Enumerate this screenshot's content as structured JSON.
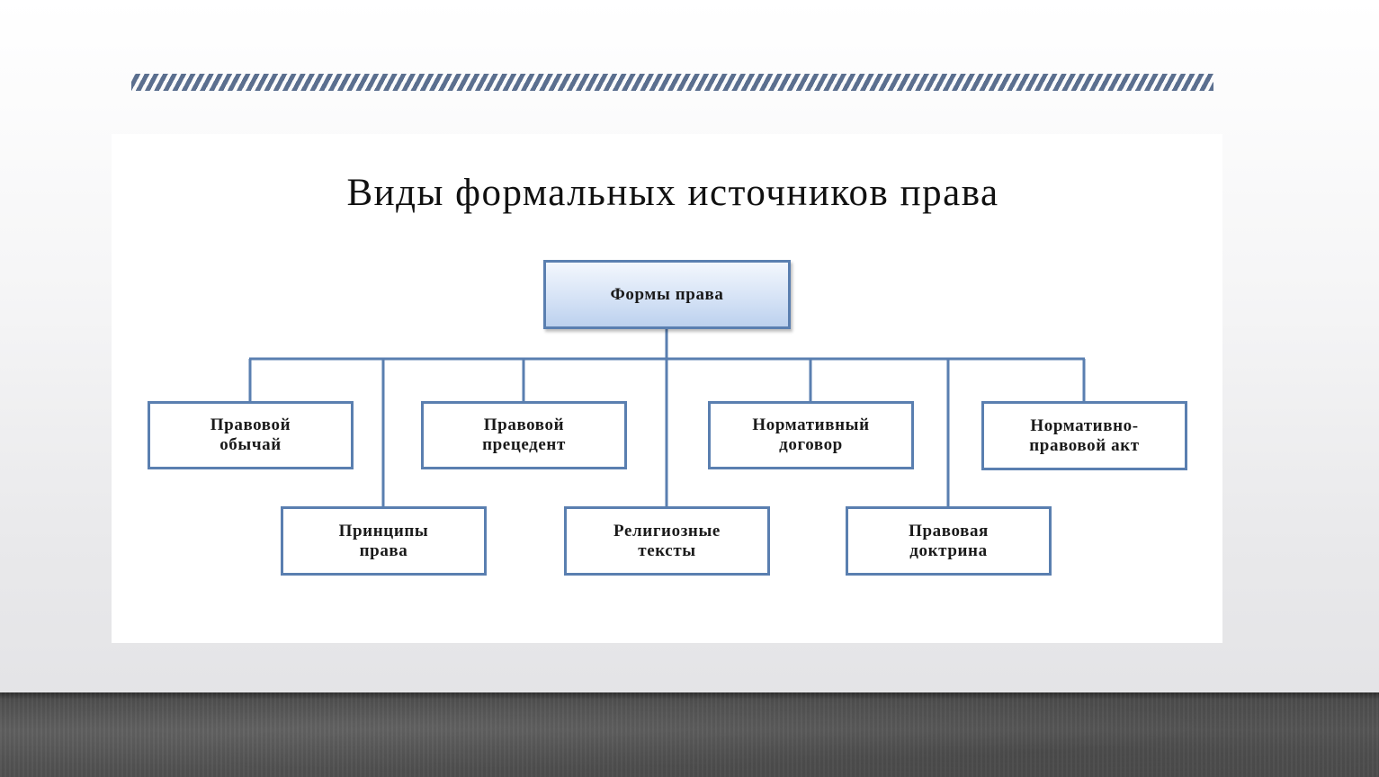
{
  "title": "Виды формальных источников права",
  "root": "Формы права",
  "nodes": [
    "Правовой обычай",
    "Принципы права",
    "Правовой прецедент",
    "Религиозные тексты",
    "Нормативный договор",
    "Правовая доктрина",
    "Нормативно-правовой акт"
  ],
  "colors": {
    "box_border": "#5a7fb0",
    "root_fill": "#d6e3f6",
    "stripe": "#5b6f8f",
    "floor": "#555555"
  }
}
